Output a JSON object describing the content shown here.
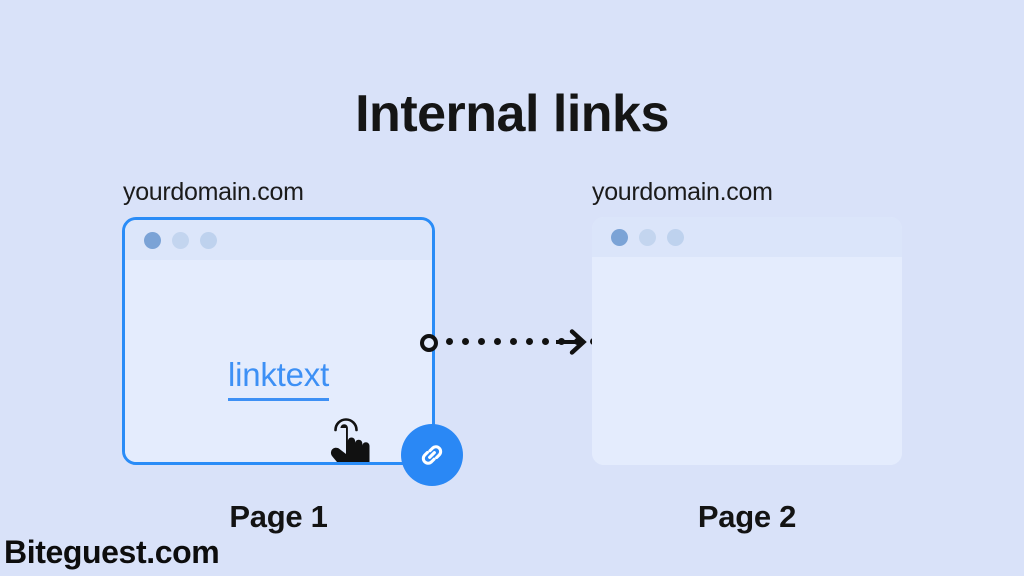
{
  "page": {
    "title": "Internal links",
    "background_color": "#d9e2f9",
    "accent_color": "#2a88f5",
    "link_color": "#3d90f5",
    "watermark": "Biteguest.com"
  },
  "source_window": {
    "domain_label": "yourdomain.com",
    "caption": "Page 1",
    "border_color": "#2a8cf7",
    "body_color": "#e4ecfd",
    "titlebar_dots": [
      "#7ba3d6",
      "#c3d5ef",
      "#bed2ee"
    ],
    "link_text": "linktext",
    "cursor_icon": "pointing-hand-icon",
    "badge_icon": "chain-link-icon"
  },
  "target_window": {
    "domain_label": "yourdomain.com",
    "caption": "Page 2",
    "body_color": "#e4ecfd",
    "titlebar_dots": [
      "#7ba3d6",
      "#c3d5ef",
      "#bed2ee"
    ]
  },
  "connector": {
    "style": "dotted-arrow",
    "origin_icon": "ring-origin-icon",
    "arrow_icon": "arrow-right-icon",
    "dot_count": 10,
    "color": "#111111"
  }
}
